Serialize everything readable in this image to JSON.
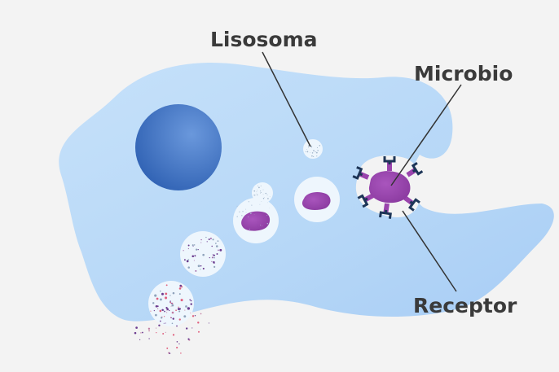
{
  "labels": {
    "lysosome": "Lisosoma",
    "microbe": "Microbio",
    "receptor": "Receptor"
  },
  "colors": {
    "background": "#f3f3f3",
    "cytoplasm": "#b9d9f8",
    "nucleus": "#3b6fc2",
    "vesicle": "#eef6fd",
    "microbe": "#9a44ad",
    "receptor": "#1d3557",
    "text": "#3a3a3a"
  }
}
